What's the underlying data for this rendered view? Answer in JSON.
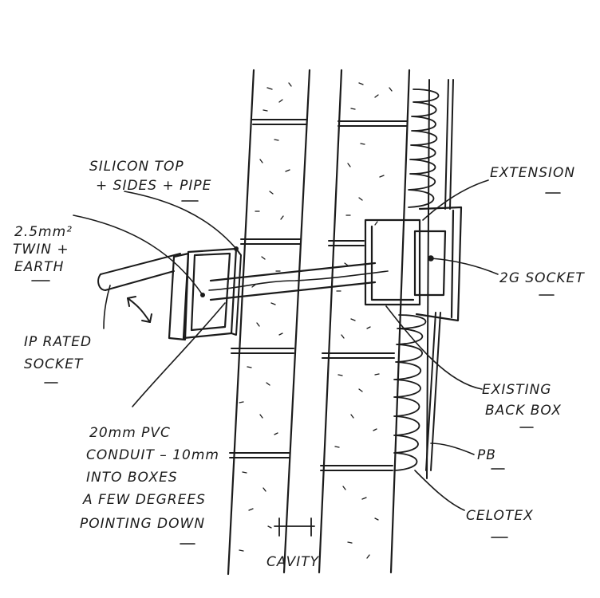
{
  "labels": {
    "silicon_line1": "SILICON TOP",
    "silicon_line2": "+ SIDES + PIPE",
    "cable_line1": "2.5mm²",
    "cable_line2": "TWIN +",
    "cable_line3": "EARTH",
    "socket_line1": "IP RATED",
    "socket_line2": "SOCKET",
    "conduit_line1": "20mm PVC",
    "conduit_line2": "CONDUIT – 10mm",
    "conduit_line3": "INTO BOXES",
    "conduit_line4": "A FEW DEGREES",
    "conduit_line5": "POINTING DOWN",
    "cavity": "CAVITY",
    "extension": "EXTENSION",
    "twog_socket": "2G SOCKET",
    "backbox_line1": "EXISTING",
    "backbox_line2": "BACK BOX",
    "pb": "PB",
    "celotex": "CELOTEX"
  }
}
